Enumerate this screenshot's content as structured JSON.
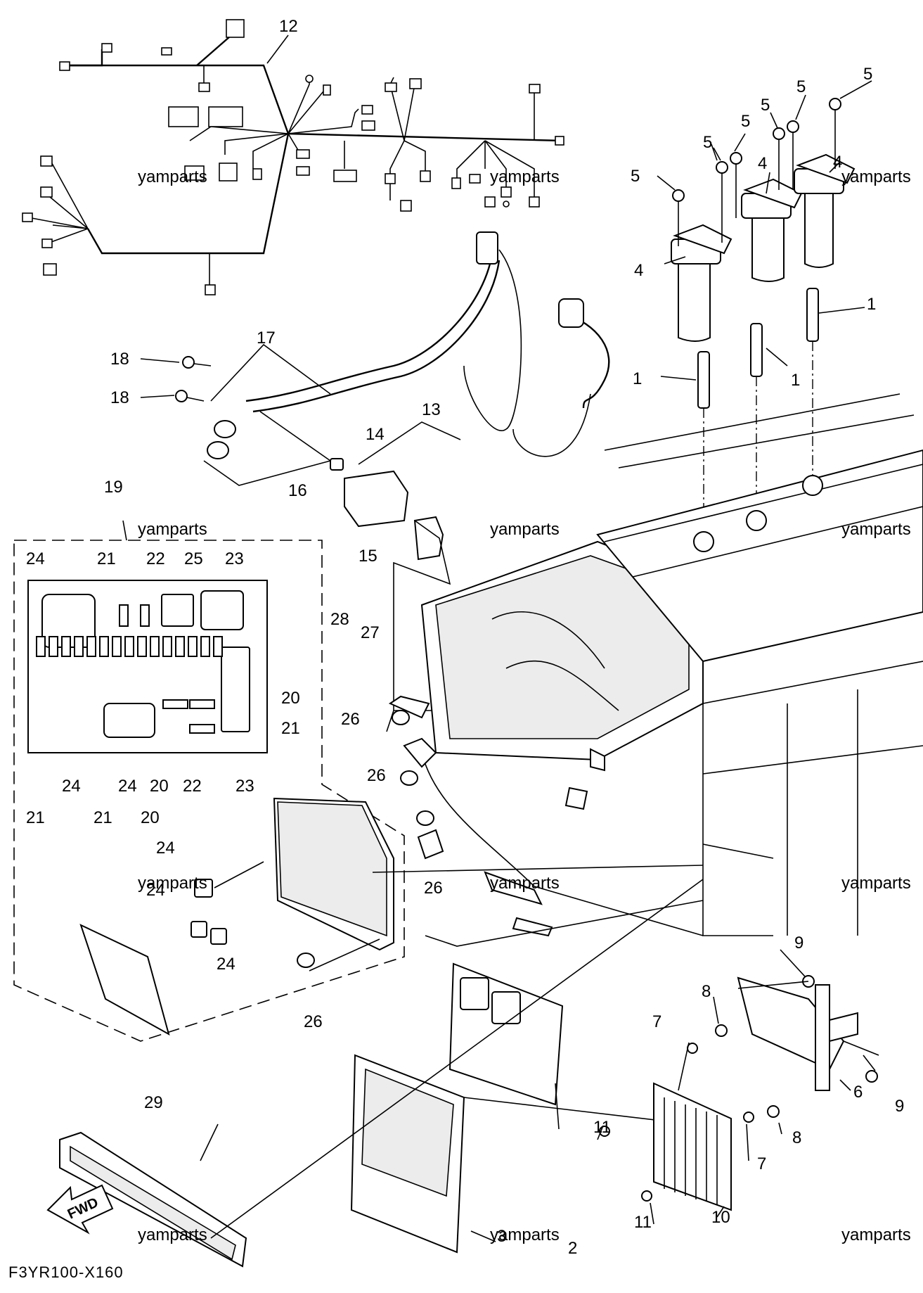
{
  "diagram": {
    "drawing_code": "F3YR100-X160",
    "watermark": "yamparts",
    "direction_label": "FWD",
    "part_numbers": [
      "1",
      "2",
      "3",
      "4",
      "5",
      "6",
      "7",
      "8",
      "9",
      "10",
      "11",
      "12",
      "13",
      "14",
      "15",
      "16",
      "17",
      "18",
      "19",
      "20",
      "21",
      "22",
      "23",
      "24",
      "25",
      "26",
      "27",
      "28",
      "29"
    ]
  }
}
